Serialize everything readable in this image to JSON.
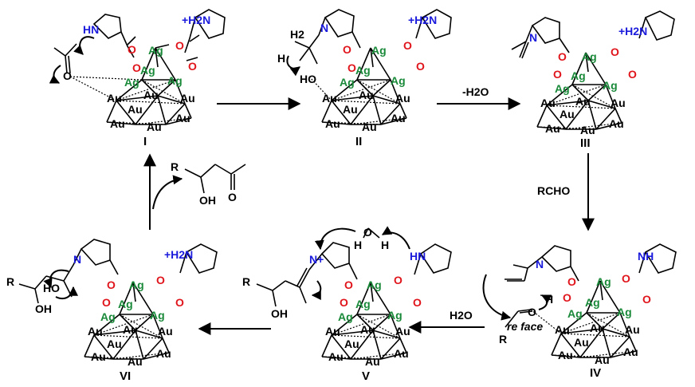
{
  "cluster_text": {
    "au": "Au",
    "ag": "Ag",
    "o": "O"
  },
  "amine_text": {
    "hn": "HN",
    "nh": "NH",
    "h2n_plus": "+H2N",
    "n": "N",
    "n_plus": "N+"
  },
  "intermediates": [
    {
      "id": "I",
      "label": "I"
    },
    {
      "id": "II",
      "label": "II"
    },
    {
      "id": "III",
      "label": "III"
    },
    {
      "id": "IV",
      "label": "IV"
    },
    {
      "id": "V",
      "label": "V"
    },
    {
      "id": "VI",
      "label": "VI"
    }
  ],
  "reagents": {
    "dehydration": "-H2O",
    "aldehyde": "RCHO",
    "water": "H2O",
    "re_face": "re face",
    "r": "R",
    "oh": "OH",
    "ho": "HO",
    "h": "H",
    "h2": "H2",
    "o": "O"
  },
  "colors": {
    "gold": "#000000",
    "silver": "#1a8a3a",
    "oxygen": "#e0141b",
    "nitrogen": "#1a1adc"
  }
}
